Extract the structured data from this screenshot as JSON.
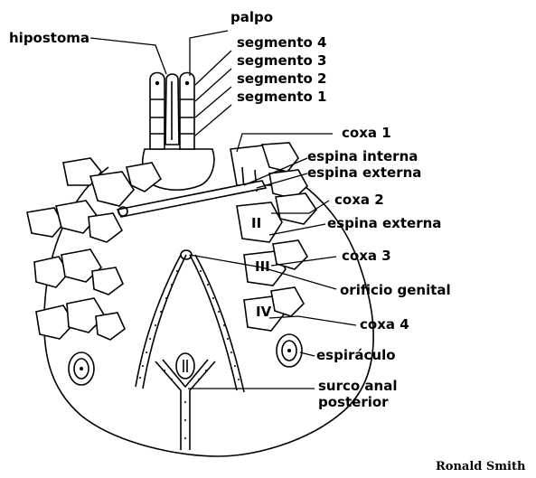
{
  "labels": {
    "palpo": "palpo",
    "hipostoma": "hipostoma",
    "segmento_4": "segmento 4",
    "segmento_3": "segmento 3",
    "segmento_2": "segmento 2",
    "segmento_1": "segmento 1",
    "coxa_1": "coxa 1",
    "espina_interna": "espina interna",
    "espina_externa_1": "espina externa",
    "coxa_2": "coxa 2",
    "espina_externa_2": "espina externa",
    "coxa_3": "coxa 3",
    "orificio_genital": "orificio genital",
    "coxa_4": "coxa 4",
    "espiraculo": "espiráculo",
    "surco_anal_line1": "surco anal",
    "surco_anal_line2": "posterior"
  },
  "coxa_numerals": {
    "coxa_2": "II",
    "coxa_3": "III",
    "coxa_4": "IV"
  },
  "credit": "Ronald Smith"
}
